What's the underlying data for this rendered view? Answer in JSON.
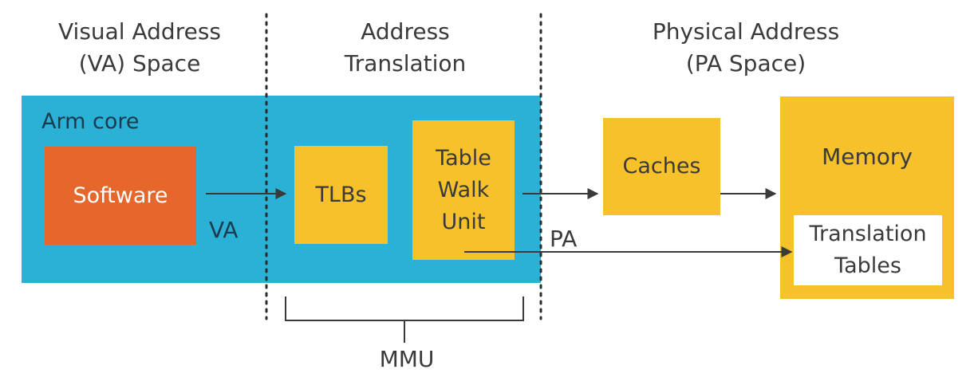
{
  "headers": {
    "va": {
      "line1": "Visual Address",
      "line2": "(VA) Space"
    },
    "translation": {
      "line1": "Address",
      "line2": "Translation"
    },
    "pa": {
      "line1": "Physical Address",
      "line2": "(PA Space)"
    }
  },
  "core": {
    "label": "Arm core"
  },
  "blocks": {
    "software": "Software",
    "tlbs": "TLBs",
    "table_walk_unit": "Table\nWalk\nUnit",
    "caches": "Caches",
    "memory": "Memory",
    "translation_tables": "Translation\nTables"
  },
  "labels": {
    "va": "VA",
    "pa": "PA",
    "mmu": "MMU"
  },
  "colors": {
    "core_blue": "#2bb1d6",
    "software_orange": "#e7662b",
    "block_yellow": "#f6c12a",
    "line_dark": "#3a3a3a"
  }
}
